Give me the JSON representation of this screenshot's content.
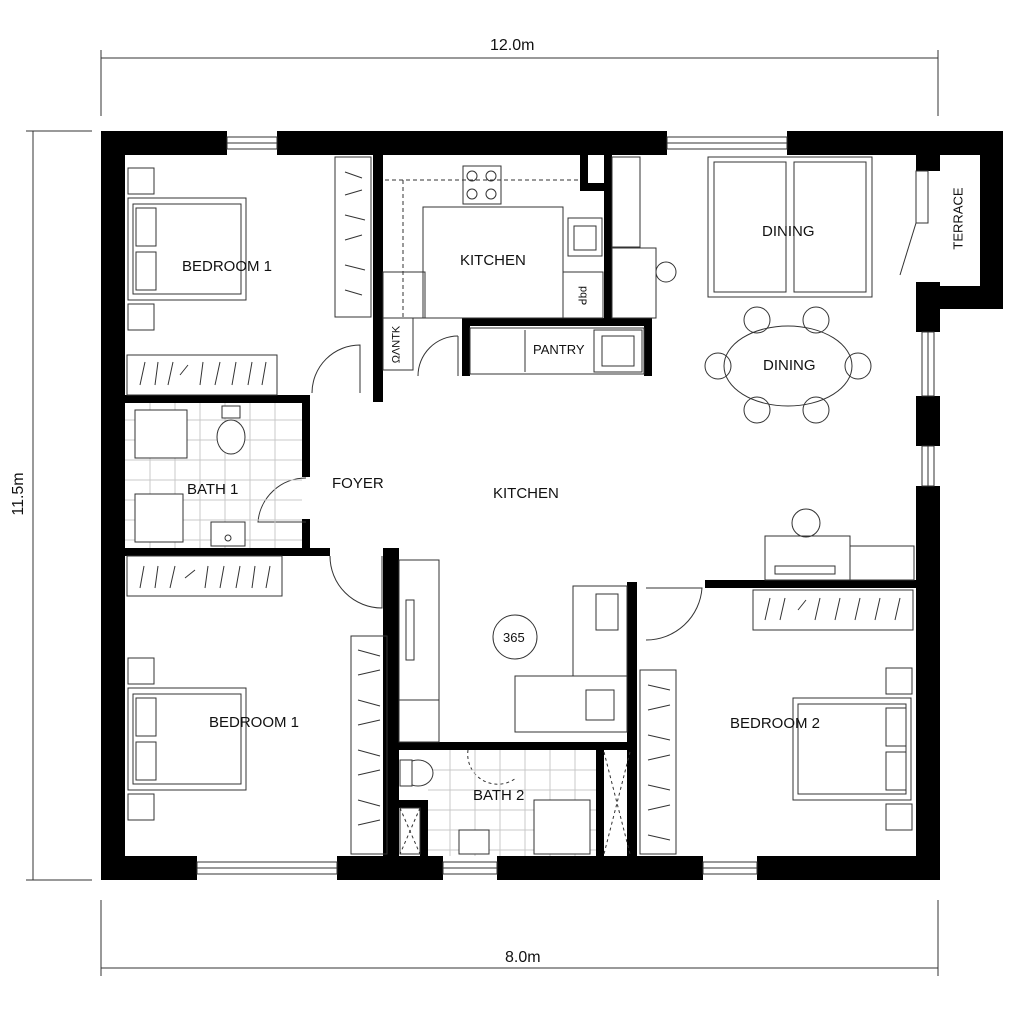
{
  "dimensions": {
    "top_width": "12.0m",
    "bottom_width": "8.0m",
    "left_height": "11.5m"
  },
  "rooms": {
    "bedroom_top_left": "BEDROOM 1",
    "kitchen_top": "KITCHEN",
    "pantry": "PANTRY",
    "pantry_box_label": "ΩΛNTK",
    "fridge_label": "ꓒbd",
    "dining_top": "DINING",
    "dining_table": "DINING",
    "terrace": "TERRACE",
    "bath_1": "BATH 1",
    "foyer": "FOYER",
    "kitchen_center": "KITCHEN",
    "round_table_number": "365",
    "bedroom_bottom_left": "BEDROOM 1",
    "bath_2": "BATH 2",
    "bedroom_2": "BEDROOM 2"
  },
  "colors": {
    "wall": "#000000",
    "line": "#333333",
    "tile": "#c8c8c8"
  }
}
